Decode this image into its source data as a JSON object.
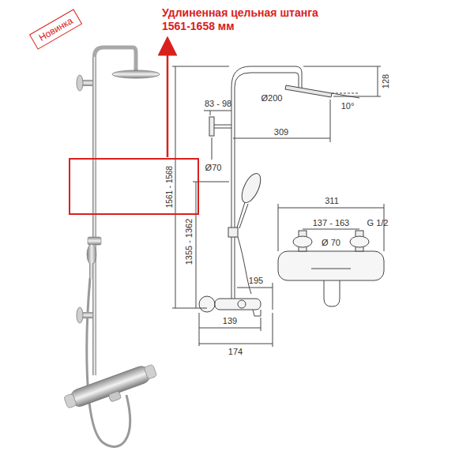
{
  "diagram": {
    "nodes": [
      {
        "text": [
          "Новинка"
        ]
      },
      {
        "text": [
          "1561 - 1568"
        ]
      }
    ],
    "labels": [
      "Удлиненная цельная штанга 1561-1658 мм",
      "128",
      "83 - 98",
      "Ø200",
      "10°",
      "309",
      "Ø70",
      "1355 - 1362",
      "311",
      "137 - 163",
      "G 1/2",
      "Ø 70",
      "195",
      "139",
      "174"
    ]
  }
}
